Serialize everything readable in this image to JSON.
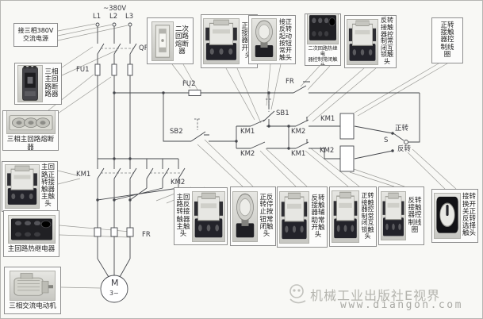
{
  "page": {
    "bg": "#f8f8f5",
    "border_color": "#b5b5b2",
    "watermark": {
      "brand": "机械工业出版社E视界",
      "url": "www.diangon.com"
    }
  },
  "colors": {
    "wire": "#45474c",
    "callout_line": "#9c9c98",
    "box_border": "#8f8f8f",
    "watermark": "#b4b4ae"
  },
  "callouts": {
    "power": "接三相380V\n交流电源",
    "breaker": "三相主回路断路器",
    "main_fuse": "三相主回路熔断器",
    "km1_main_contacts": "主回路正转接触器主触头",
    "thermal_main": "主回路热继电器",
    "motor": "三相交流电动机",
    "fu2": "二次回路熔断器",
    "km1_no": "正转接触器常开触头",
    "start_btn": "接正反转起动按钮常开触头",
    "thermal_nc": "二次回路热继电\n器控制常闭触头",
    "km2_interlock": "反转接触器控制常闭互锁触头",
    "km1_coil": "正转接触器控制线圈",
    "km2_main_contacts": "主回路反转接触器主触头",
    "stop_btn": "正反转停止按钮常闭触头",
    "km2_aux": "反转接触器辅助常开触头",
    "km1_interlock": "正转接触器控制常闭互锁触头",
    "km2_coil": "反转接触器控制线圈",
    "selector": "接转换开关正反转选择触头"
  },
  "sch": {
    "v380": "~380V",
    "l1": "L1",
    "l2": "L2",
    "l3": "L3",
    "qf": "QF",
    "fu1": "FU1",
    "fu2": "FU2",
    "fr_ctrl": "FR",
    "fr_main": "FR",
    "sb1": "SB1",
    "sb2": "SB2",
    "km1_hold": "KM1",
    "km2_aux": "KM2",
    "km2_nc": "KM2",
    "km1_nc": "KM1",
    "km1_coil": "KM1",
    "km2_coil": "KM2",
    "s": "S",
    "fwd": "正转",
    "rev": "反转",
    "km1_main": "KM1",
    "km2_main": "KM2",
    "motor": "M",
    "motor_phase": "3~"
  }
}
